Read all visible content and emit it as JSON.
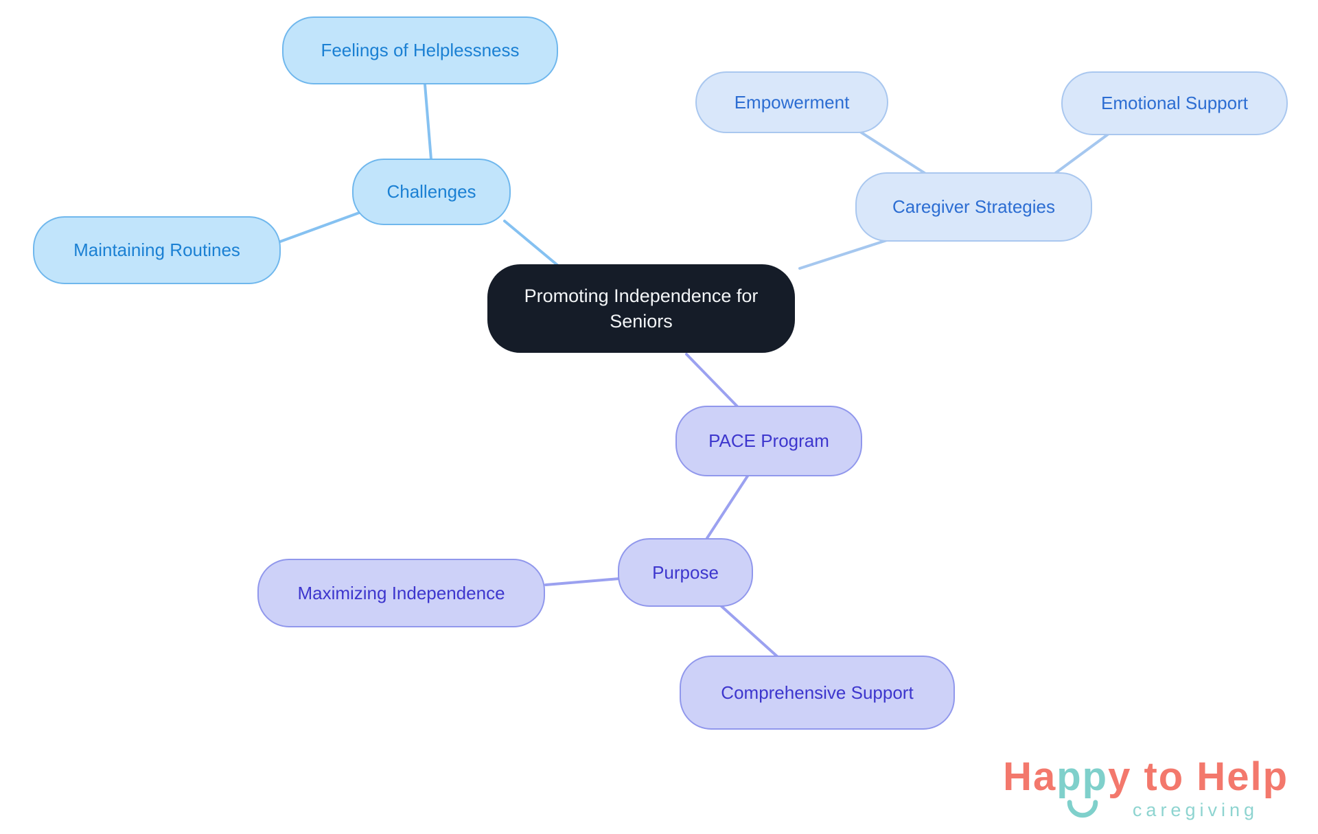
{
  "diagram_title": "Promoting Independence for Seniors mind map",
  "nodes": {
    "central": {
      "label": "Promoting Independence for Seniors",
      "group": "central"
    },
    "challenges": {
      "label": "Challenges",
      "group": "sky"
    },
    "feelings": {
      "label": "Feelings of Helplessness",
      "group": "sky"
    },
    "maintaining": {
      "label": "Maintaining Routines",
      "group": "sky"
    },
    "caregiver": {
      "label": "Caregiver Strategies",
      "group": "periwinkle"
    },
    "empowerment": {
      "label": "Empowerment",
      "group": "periwinkle"
    },
    "emotional": {
      "label": "Emotional Support",
      "group": "periwinkle"
    },
    "pace": {
      "label": "PACE Program",
      "group": "purple"
    },
    "purpose": {
      "label": "Purpose",
      "group": "purple"
    },
    "maximizing": {
      "label": "Maximizing Independence",
      "group": "purple"
    },
    "comprehensive": {
      "label": "Comprehensive Support",
      "group": "purple"
    }
  },
  "edges": [
    [
      "challenges",
      "feelings"
    ],
    [
      "challenges",
      "maintaining"
    ],
    [
      "central",
      "challenges"
    ],
    [
      "central",
      "caregiver"
    ],
    [
      "caregiver",
      "empowerment"
    ],
    [
      "caregiver",
      "emotional"
    ],
    [
      "central",
      "pace"
    ],
    [
      "pace",
      "purpose"
    ],
    [
      "purpose",
      "maximizing"
    ],
    [
      "purpose",
      "comprehensive"
    ]
  ],
  "palette": {
    "background": "#ffffff",
    "sky_fill": "#c1e4fb",
    "sky_border": "#6fb7ed",
    "sky_text": "#1b80d3",
    "sky_edge": "#85c1f1",
    "periwinkle_fill": "#d9e7fa",
    "periwinkle_border": "#a9c7ef",
    "periwinkle_text": "#2c6dd2",
    "periwinkle_edge": "#a5c7ef",
    "purple_fill": "#cdd1f8",
    "purple_border": "#9097ec",
    "purple_text": "#3d36cd",
    "purple_edge": "#9ba1f0",
    "central_fill": "#151c28",
    "central_text": "#f3f5f7",
    "logo_coral": "#f3786c",
    "logo_teal": "#7fd0cb",
    "logo_tagline_teal": "#8ed4d0"
  },
  "logo": {
    "part1": "Ha",
    "part2": "pp",
    "part3": "y to Help",
    "tagline": "caregiving"
  }
}
